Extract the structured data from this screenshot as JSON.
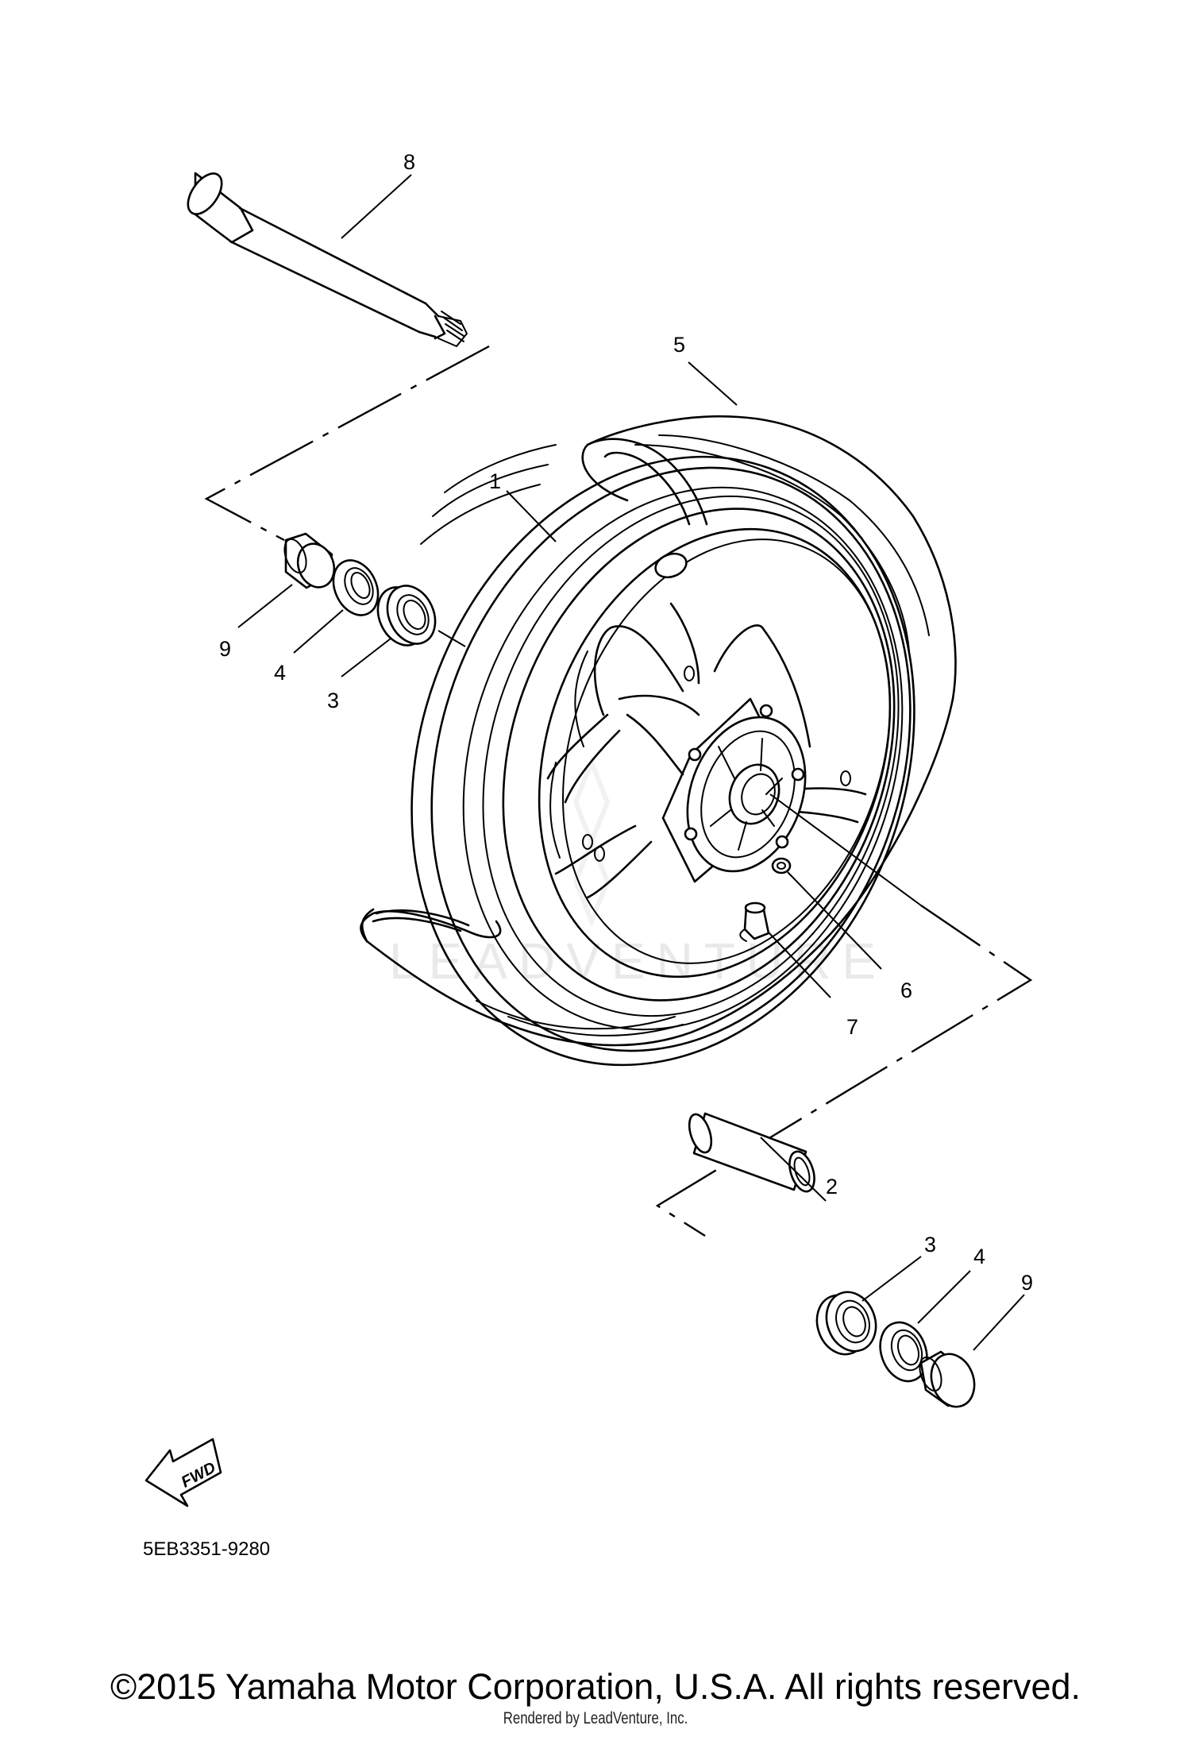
{
  "diagram": {
    "part_code": "5EB3351-9280",
    "fwd_label": "FWD",
    "watermark": "LEADVENTURE",
    "callouts": {
      "c8": "8",
      "c5": "5",
      "c1": "1",
      "c9_left": "9",
      "c4_left": "4",
      "c3_left": "3",
      "c6": "6",
      "c7": "7",
      "c2": "2",
      "c3_right": "3",
      "c4_right": "4",
      "c9_right": "9"
    }
  },
  "footer": {
    "copyright": "©2015 Yamaha Motor Corporation, U.S.A. All rights reserved.",
    "rendered_by": "Rendered by LeadVenture, Inc."
  }
}
